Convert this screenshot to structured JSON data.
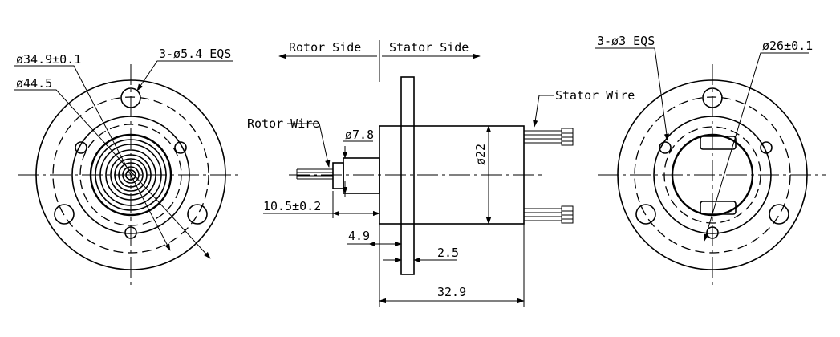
{
  "labels": {
    "rotor_side": "Rotor Side",
    "stator_side": "Stator Side",
    "rotor_wire": "Rotor Wire",
    "stator_wire": "Stator Wire",
    "dia_34_9": "ø34.9±0.1",
    "dia_44_5": "ø44.5",
    "holes_5_4": "3-ø5.4 EQS",
    "holes_3": "3-ø3 EQS",
    "dia_26": "ø26±0.1",
    "dia_7_8": "ø7.8",
    "dia_22": "ø22",
    "dim_10_5": "10.5±0.2",
    "dim_4_9": "4.9",
    "dim_2_5": "2.5",
    "dim_32_9": "32.9"
  }
}
